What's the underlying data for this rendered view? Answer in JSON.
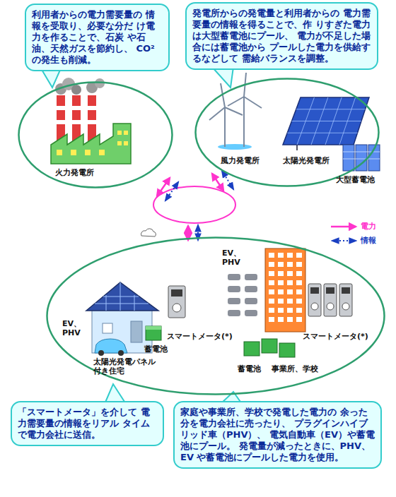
{
  "diagram": {
    "nodes": [
      {
        "text": [
          "利用者からの電力需要量の 情報を受取り、必要な分だ け電力を作ることで、石炭 や石油、天然ガスを節約し、 CO²の発生も削減。"
        ]
      },
      {
        "text": [
          "発電所からの発電量と利用者からの 電力需要量の情報を得ることで、作 りすぎた電力は大型蓄電池にプール、 電力が不足した場合には蓄電池から プールした電力を供給するなどして 需給バランスを調整。"
        ]
      },
      {
        "text": [
          "火力発電所"
        ]
      },
      {
        "text": [
          "風力発電所",
          "太陽光発電所",
          "大型蓄電池"
        ]
      },
      {
        "text": [
          "EV、 PHV",
          "スマートメータ(*)",
          "蓄電池",
          "太陽光発電パネル 付き住宅",
          "EV、 PHV",
          "スマートメータ(*)",
          "蓄電池",
          "事業所、学校"
        ]
      },
      {
        "text": [
          "「スマートメータ」を介して 電力需要量の情報をリアル タイムで電力会社に送信。"
        ]
      },
      {
        "text": [
          "家庭や事業所、学校で発電した電力の 余った分を電力会社に売ったり、 プラグインハイブリッド車（PHV）、 電気自動車（EV）や蓄電池にプール。 発電量が減ったときに、PHV、EV や蓄電池にプールした電力を使用。"
        ]
      }
    ],
    "legend": [
      {
        "text": "電力"
      },
      {
        "text": "情報"
      }
    ]
  }
}
